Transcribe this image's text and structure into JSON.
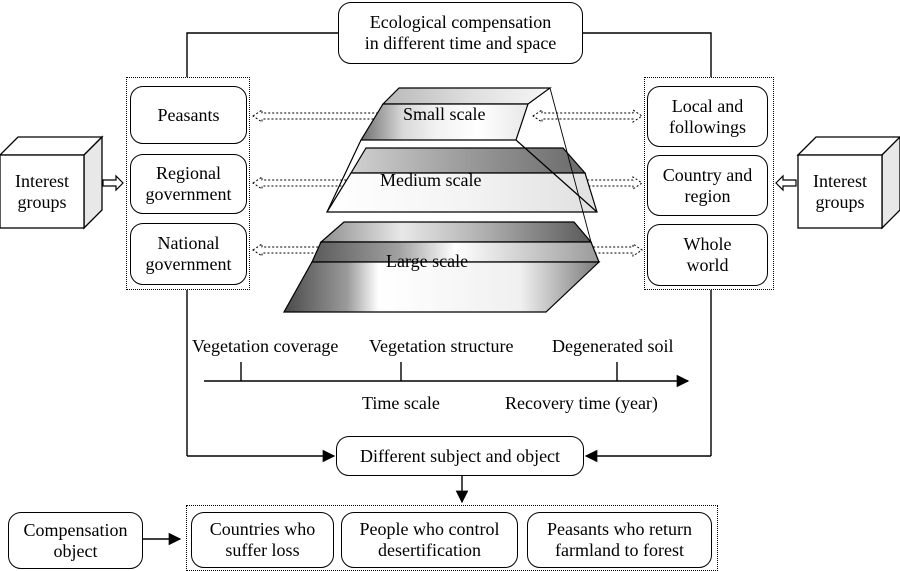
{
  "top_box": "Ecological compensation\nin different time and space",
  "left_column": {
    "items": [
      "Peasants",
      "Regional\ngovernment",
      "National\ngovernment"
    ]
  },
  "right_column": {
    "items": [
      "Local and\nfollowings",
      "Country and\nregion",
      "Whole\nworld"
    ]
  },
  "interest_groups": {
    "left": "Interest\ngroups",
    "right": "Interest\ngroups"
  },
  "pyramid": {
    "small": "Small scale",
    "medium": "Medium scale",
    "large": "Large scale"
  },
  "timeline": {
    "tick_labels": [
      "Vegetation coverage",
      "Vegetation structure",
      "Degenerated soil"
    ],
    "axis_label_left": "Time scale",
    "axis_label_right": "Recovery time (year)"
  },
  "center_box": "Different subject and object",
  "bottom": {
    "compensation_object": "Compensation\nobject",
    "items": [
      "Countries who\nsuffer loss",
      "People who control\ndesertification",
      "Peasants who return\nfarmland to forest"
    ]
  }
}
